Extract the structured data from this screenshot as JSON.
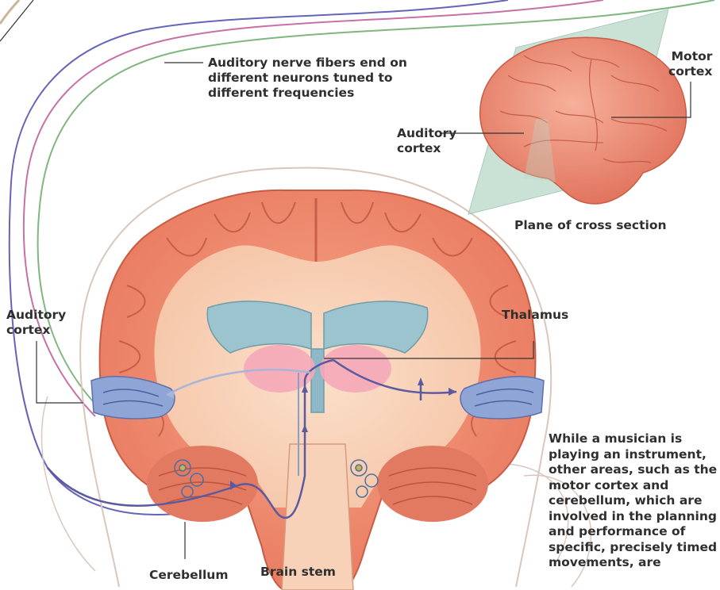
{
  "labels": {
    "nerve_fibers": "Auditory nerve fibers end on\ndifferent neurons tuned to\ndifferent frequencies",
    "motor_cortex": "Motor\ncortex",
    "auditory_cortex_top": "Auditory\ncortex",
    "plane": "Plane of cross section",
    "auditory_cortex_left": "Auditory\ncortex",
    "thalamus": "Thalamus",
    "cerebellum": "Cerebellum",
    "brain_stem": "Brain stem"
  },
  "caption": "While a musician is playing an instrument, other areas, such as the motor cortex and cerebellum, which are involved in the planning and performance of specific, precisely timed movements, are",
  "colors": {
    "cortex": "#f08b72",
    "white_matter": "#f8c9ad",
    "auditory_area": "#8fa5d6",
    "ventricle": "#9cc4cf",
    "thalamus": "#f4a8b8",
    "pathway": "#5b5aa0",
    "plane": "#b9d9c8"
  }
}
